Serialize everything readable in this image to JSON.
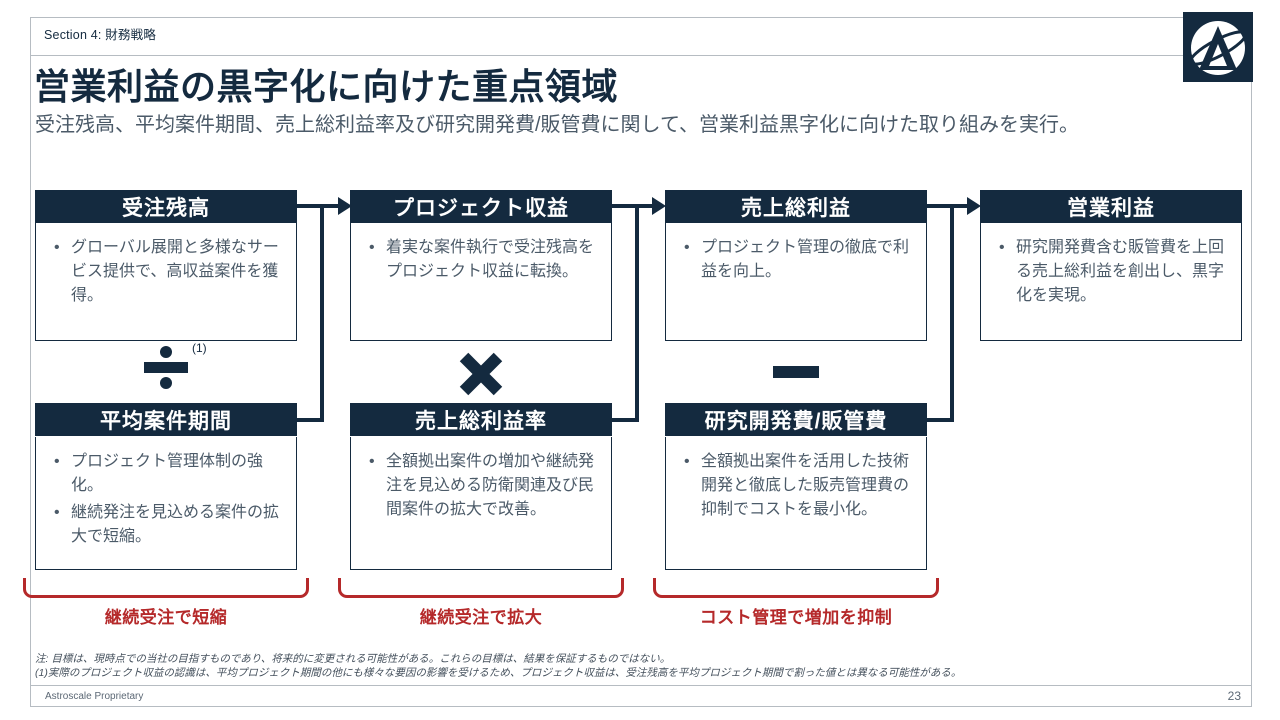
{
  "colors": {
    "navy": "#142A3F",
    "red": "#B5292A",
    "body": "#4B5A68",
    "frame": "#B6BCC2",
    "muted": "#5C6875"
  },
  "slide": {
    "section_label": "Section 4: 財務戦略",
    "title": "営業利益の黒字化に向けた重点領域",
    "subtitle": "受注残高、平均案件期間、売上総利益率及び研究開発費/販管費に関して、営業利益黒字化に向けた取り組みを実行。",
    "footer_left": "Astroscale Proprietary",
    "page_number": "23"
  },
  "flow": {
    "columns": [
      {
        "top": {
          "title": "受注残高",
          "bullets": [
            "グローバル展開と多様なサービス提供で、高収益案件を獲得。"
          ]
        },
        "operator": {
          "symbol": "divide",
          "note": "(1)"
        },
        "bottom": {
          "title": "平均案件期間",
          "bullets": [
            "プロジェクト管理体制の強化。",
            "継続発注を見込める案件の拡大で短縮。"
          ]
        },
        "bracket_label": "継続受注で短縮"
      },
      {
        "top": {
          "title": "プロジェクト収益",
          "bullets": [
            "着実な案件執行で受注残高をプロジェクト収益に転換。"
          ]
        },
        "operator": {
          "symbol": "multiply"
        },
        "bottom": {
          "title": "売上総利益率",
          "bullets": [
            "全額拠出案件の増加や継続発注を見込める防衛関連及び民間案件の拡大で改善。"
          ]
        },
        "bracket_label": "継続受注で拡大"
      },
      {
        "top": {
          "title": "売上総利益",
          "bullets": [
            "プロジェクト管理の徹底で利益を向上。"
          ]
        },
        "operator": {
          "symbol": "minus"
        },
        "bottom": {
          "title": "研究開発費/販管費",
          "bullets": [
            "全額拠出案件を活用した技術開発と徹底した販売管理費の抑制でコストを最小化。"
          ]
        },
        "bracket_label": "コスト管理で増加を抑制"
      },
      {
        "top": {
          "title": "営業利益",
          "bullets": [
            "研究開発費含む販管費を上回る売上総利益を創出し、黒字化を実現。"
          ]
        }
      }
    ]
  },
  "footnotes": [
    "注: 目標は、現時点での当社の目指すものであり、将来的に変更される可能性がある。これらの目標は、結果を保証するものではない。",
    "(1)実際のプロジェクト収益の認識は、平均プロジェクト期間の他にも様々な要因の影響を受けるため、プロジェクト収益は、受注残高を平均プロジェクト期間で割った値とは異なる可能性がある。"
  ]
}
